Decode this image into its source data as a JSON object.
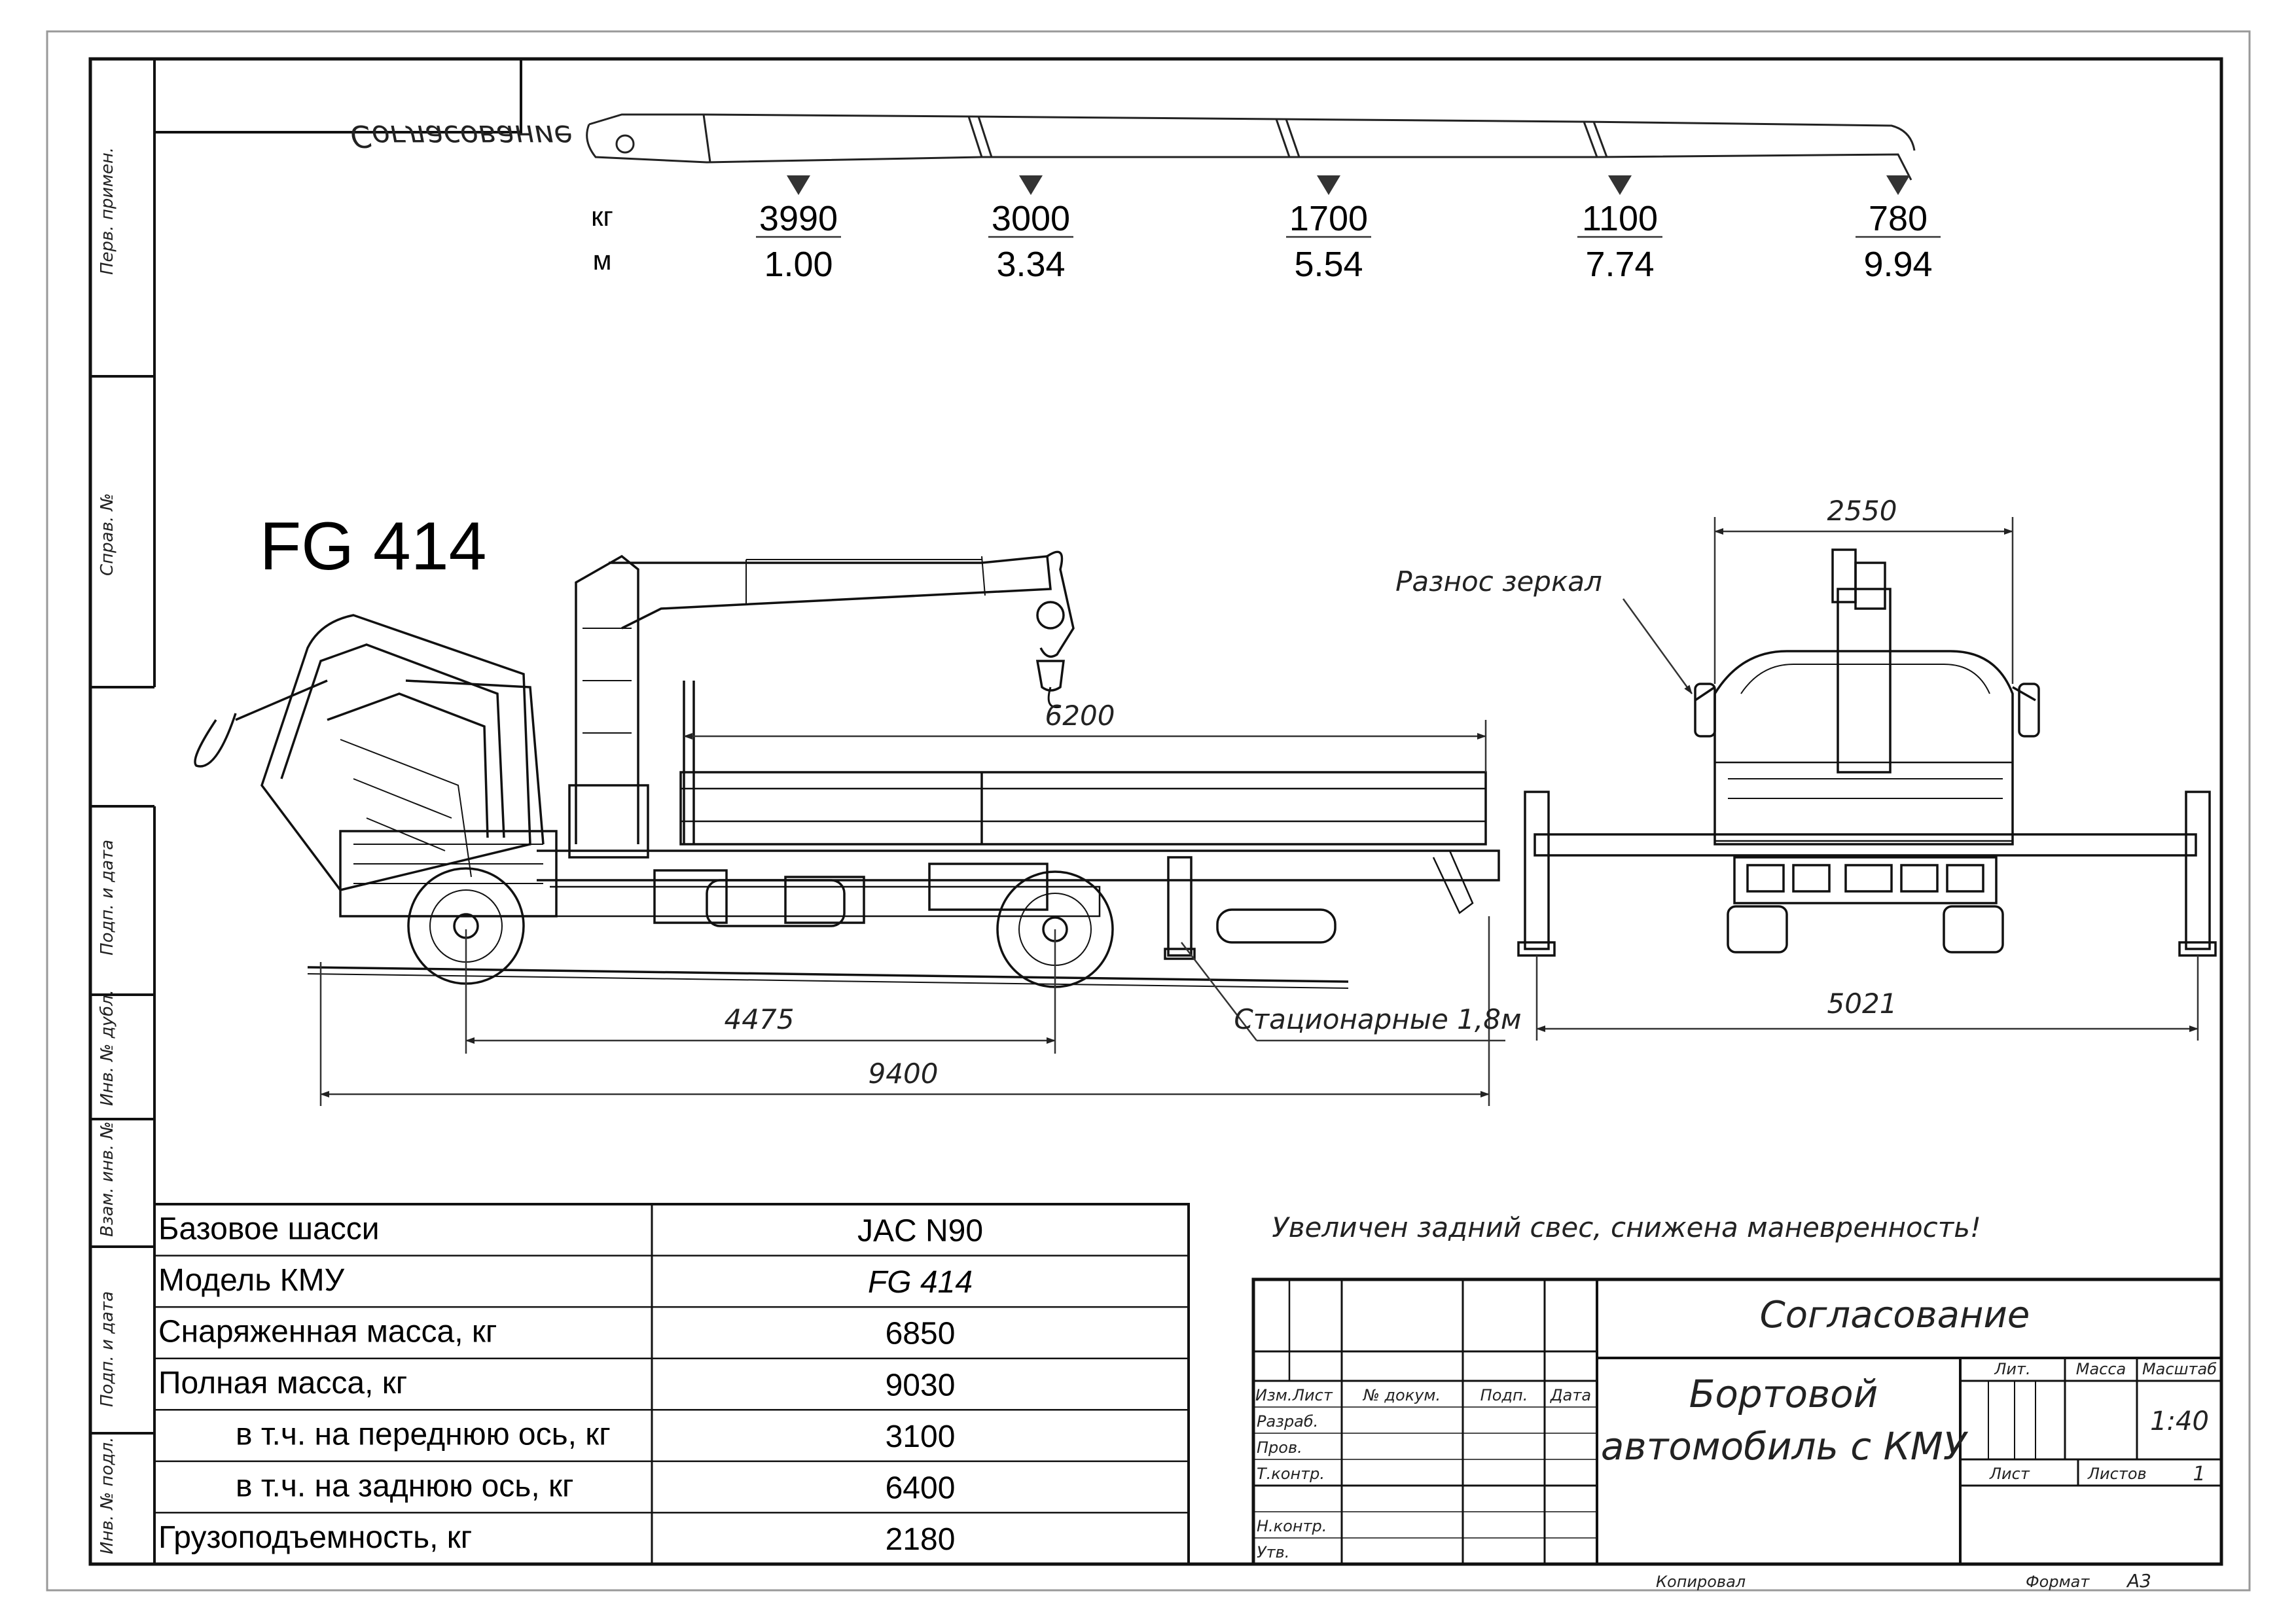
{
  "stamp_top": "Согласование",
  "side_labels": [
    "Перв. примен.",
    "Справ. №",
    "Подп. и дата",
    "Инв. № дубл.",
    "Взам. инв. №",
    "Подп. и дата",
    "Инв. № подл."
  ],
  "crane_chart": {
    "row_labels": {
      "load": "кг",
      "reach": "м"
    },
    "points": [
      {
        "load": "3990",
        "reach": "1.00"
      },
      {
        "load": "3000",
        "reach": "3.34"
      },
      {
        "load": "1700",
        "reach": "5.54"
      },
      {
        "load": "1100",
        "reach": "7.74"
      },
      {
        "load": "780",
        "reach": "9.94"
      }
    ]
  },
  "model_title": "FG 414",
  "dimensions": {
    "platform_length": "6200",
    "wheelbase": "4475",
    "overall_length": "9400",
    "width": "2550",
    "outrigger_span": "5021"
  },
  "annotations": {
    "mirrors": "Разнос зеркал",
    "outriggers": "Стационарные 1,8м",
    "warning": "Увеличен задний свес, снижена маневренность!"
  },
  "spec_table": [
    {
      "label": "Базовое шасси",
      "value": "JAC N90",
      "indent": false
    },
    {
      "label": "Модель КМУ",
      "value": "FG 414",
      "indent": false
    },
    {
      "label": "Снаряженная масса, кг",
      "value": "6850",
      "indent": false
    },
    {
      "label": "Полная масса, кг",
      "value": "9030",
      "indent": false
    },
    {
      "label": "в т.ч. на переднюю ось, кг",
      "value": "3100",
      "indent": true
    },
    {
      "label": "в т.ч. на заднюю ось, кг",
      "value": "6400",
      "indent": true
    },
    {
      "label": "Грузоподъемность, кг",
      "value": "2180",
      "indent": false
    }
  ],
  "title_block": {
    "approval": "Согласование",
    "title_line1": "Бортовой",
    "title_line2": "автомобиль с КМУ",
    "headers": {
      "izm": "Изм.",
      "list": "Лист",
      "doc": "№ докум.",
      "sign": "Подп.",
      "date": "Дата"
    },
    "roles": [
      "Разраб.",
      "Пров.",
      "Т.контр.",
      "Н.контр.",
      "Утв."
    ],
    "lit": "Лит.",
    "mass": "Масса",
    "scale_label": "Масштаб",
    "scale": "1:40",
    "sheet": "Лист",
    "sheets": "Листов",
    "sheets_count": "1",
    "copied": "Копировал",
    "format_label": "Формат",
    "format": "А3"
  }
}
